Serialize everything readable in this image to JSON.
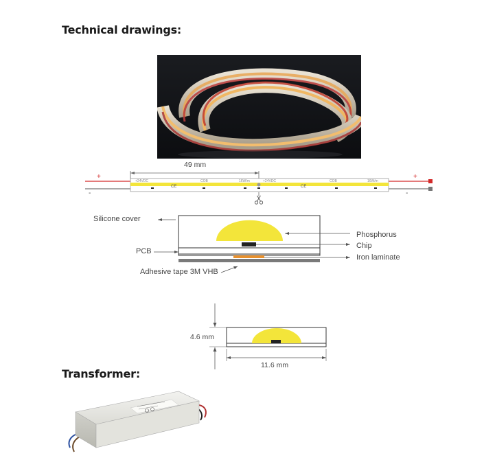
{
  "headings": {
    "technical": "Technical drawings:",
    "transformer": "Transformer:"
  },
  "strip": {
    "length_dim": "49 mm",
    "polarity_plus": "+",
    "polarity_minus": "-",
    "segment_labels": [
      "+24VDC",
      "COB",
      "16W/m",
      "+24VDC",
      "COB",
      "16W/m"
    ],
    "ce_mark": "CE"
  },
  "cross_section": {
    "silicone_cover": "Silicone cover",
    "phosphorus": "Phosphorus",
    "chip": "Chip",
    "pcb": "PCB",
    "iron_laminate": "Iron laminate",
    "adhesive_tape": "Adhesive tape 3M VHB"
  },
  "profile": {
    "height": "4.6 mm",
    "width": "11.6 mm"
  },
  "colors": {
    "led_yellow": "#f3e53a",
    "plus_wire": "#d32a2a",
    "minus_wire": "#777777",
    "iron_laminate": "#e8912e",
    "adhesive": "#7a7a7a"
  }
}
